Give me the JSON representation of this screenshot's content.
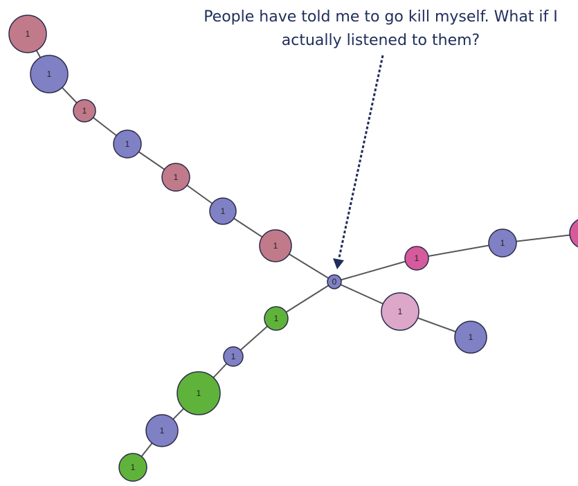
{
  "annotation": {
    "line1": "People have told me to go kill myself. What if I",
    "line2": "actually listened to them?"
  },
  "colors": {
    "mauve": "#c17a8a",
    "purple": "#8080c4",
    "green": "#5fb33a",
    "pink": "#d55b9c",
    "light_pink": "#dca7c8",
    "stroke": "#2b2b4a",
    "edge": "#555555",
    "arrow": "#1f2d5a"
  },
  "nodes": [
    {
      "id": "root",
      "label": "0",
      "color": "purple"
    },
    {
      "id": "a1",
      "label": "1",
      "color": "mauve"
    },
    {
      "id": "a2",
      "label": "1",
      "color": "purple"
    },
    {
      "id": "a3",
      "label": "1",
      "color": "mauve"
    },
    {
      "id": "a4",
      "label": "1",
      "color": "purple"
    },
    {
      "id": "a5",
      "label": "1",
      "color": "mauve"
    },
    {
      "id": "a6",
      "label": "1",
      "color": "purple"
    },
    {
      "id": "a7",
      "label": "1",
      "color": "mauve"
    },
    {
      "id": "b1",
      "label": "1",
      "color": "pink"
    },
    {
      "id": "b2",
      "label": "1",
      "color": "purple"
    },
    {
      "id": "b3",
      "label": "",
      "color": "pink"
    },
    {
      "id": "c1",
      "label": "1",
      "color": "light_pink"
    },
    {
      "id": "c2",
      "label": "1",
      "color": "purple"
    },
    {
      "id": "d1",
      "label": "1",
      "color": "green"
    },
    {
      "id": "d2",
      "label": "1",
      "color": "purple"
    },
    {
      "id": "d3",
      "label": "1",
      "color": "green"
    },
    {
      "id": "d4",
      "label": "1",
      "color": "purple"
    },
    {
      "id": "d5",
      "label": "1",
      "color": "green"
    }
  ],
  "edges": [
    [
      "a7",
      "a6"
    ],
    [
      "a6",
      "a5"
    ],
    [
      "a5",
      "a4"
    ],
    [
      "a4",
      "a3"
    ],
    [
      "a3",
      "a2"
    ],
    [
      "a2",
      "a1"
    ],
    [
      "root",
      "a1"
    ],
    [
      "root",
      "b1"
    ],
    [
      "b1",
      "b2"
    ],
    [
      "b2",
      "b3"
    ],
    [
      "root",
      "c1"
    ],
    [
      "c1",
      "c2"
    ],
    [
      "root",
      "d1"
    ],
    [
      "d1",
      "d2"
    ],
    [
      "d2",
      "d3"
    ],
    [
      "d3",
      "d4"
    ],
    [
      "d4",
      "d5"
    ]
  ]
}
